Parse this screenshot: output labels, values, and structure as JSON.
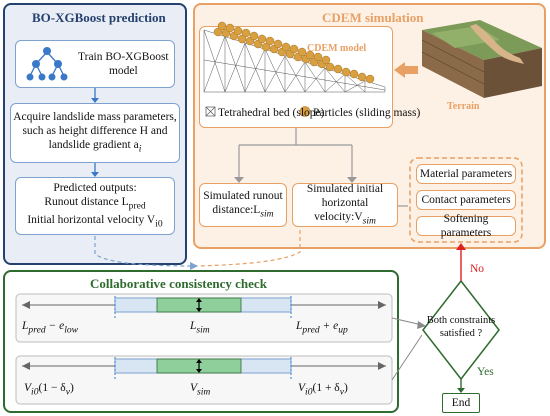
{
  "xgb": {
    "title": "BO-XGBoost prediction",
    "train_line1": "Train BO-XGBoost",
    "train_line2": "model",
    "acq_line1": "Acquire landslide mass parameters,",
    "acq_line2": "such as height difference H and",
    "acq_line3": "landslide gradient a",
    "acq_sub": "i",
    "pred_line1": "Predicted outputs:",
    "pred_line2": "Runout distance L",
    "pred_line2_sub": "pred",
    "pred_line3": "Initial horizontal velocity V",
    "pred_line3_sub": "i0"
  },
  "cdem": {
    "title": "CDEM simulation",
    "model_label": "CDEM model",
    "legend_bed": "Tetrahedral bed (slope)",
    "legend_particles": "Particles (sliding mass)",
    "terrain_label": "Terrain",
    "sim_runout_line1": "Simulated runout",
    "sim_runout_line2": "distance:L",
    "sim_runout_sub": "sim",
    "sim_vel_line1": "Simulated initial",
    "sim_vel_line2": "horizontal velocity:V",
    "sim_vel_sub": "sim",
    "params": [
      "Material parameters",
      "Contact parameters",
      "Softening parameters"
    ]
  },
  "check": {
    "title": "Collaborative consistency check",
    "row1": {
      "left": "L",
      "left_sub": "pred",
      "left_rest": " − e",
      "left_rest_sub": "low",
      "center": "L",
      "center_sub": "sim",
      "right": "L",
      "right_sub": "pred",
      "right_rest": " + e",
      "right_rest_sub": "up"
    },
    "row2": {
      "left": "V",
      "left_sub": "i0",
      "left_rest": "(1 − δ",
      "left_rest_sub": "v",
      "left_close": ")",
      "center": "V",
      "center_sub": "sim",
      "right": "V",
      "right_sub": "i0",
      "right_rest": "(1 + δ",
      "right_rest_sub": "v",
      "right_close": ")"
    }
  },
  "decision": {
    "line1": "Both constraints",
    "line2": "satisfied ?",
    "no_label": "No",
    "yes_label": "Yes",
    "end_label": "End"
  },
  "colors": {
    "navy": "#26416e",
    "orange": "#e9a064",
    "green_dark": "#2f6b2f",
    "green_fill": "#8fcf9c",
    "light_blue": "#d8e6f4",
    "red_arrow": "#e02020",
    "particle": "#d8a040"
  }
}
